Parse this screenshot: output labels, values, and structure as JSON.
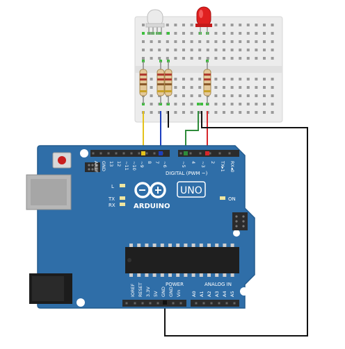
{
  "board": {
    "brand": "ARDUINO",
    "model": "UNO",
    "digital_label": "DIGITAL (PWM ~)",
    "analog_label": "ANALOG IN",
    "power_label": "POWER",
    "on_label": "ON",
    "l_label": "L",
    "tx_label": "TX",
    "rx_label": "RX",
    "digital_pins": [
      "AREF",
      "GND",
      "13",
      "12",
      "~11",
      "~10",
      "~9",
      "8",
      "7",
      "~6",
      "~5",
      "4",
      "~3",
      "2",
      "TX▸1",
      "RX◂0"
    ],
    "power_pins": [
      "IOREF",
      "RESET",
      "3.3V",
      "5V",
      "GND",
      "GND",
      "Vin"
    ],
    "analog_pins": [
      "A0",
      "A1",
      "A2",
      "A3",
      "A4",
      "A5"
    ]
  },
  "colors": {
    "board": "#2f6ea8",
    "board_edge": "#245c8e",
    "breadboard": "#ececec",
    "header": "#2b2b2b",
    "wire_yellow": "#e4c21a",
    "wire_blue": "#1c3fbf",
    "wire_green": "#2e8b3a",
    "wire_red": "#d6262b",
    "wire_black": "#111111",
    "led_red": "#e02020",
    "led_rgb": "#e8e8e8"
  },
  "icons": {
    "logo": "infinity-logo",
    "reset": "reset-button",
    "usb": "usb-port",
    "power_jack": "dc-power-jack",
    "chip": "atmega-chip"
  }
}
